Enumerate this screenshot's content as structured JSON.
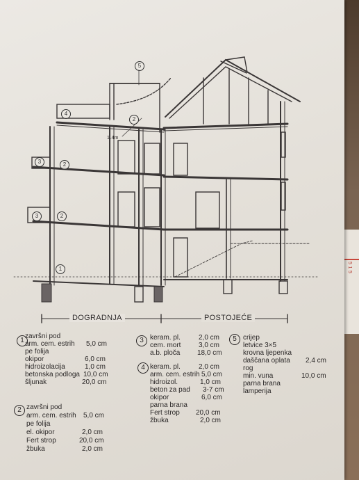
{
  "drawing": {
    "extension_label": "DOGRADNJA",
    "existing_label": "POSTOJEĆE",
    "height_note": "1.4m"
  },
  "callouts": [
    "1",
    "2",
    "3",
    "4",
    "5"
  ],
  "legend": {
    "item1": {
      "number": "1",
      "lines": [
        {
          "text": "završni pod",
          "value": ""
        },
        {
          "text": "arm. cem. estrih",
          "value": "5,0 cm"
        },
        {
          "text": "pe folija",
          "value": ""
        },
        {
          "text": "okipor",
          "value": "6,0 cm"
        },
        {
          "text": "hidroizolacija",
          "value": "1,0 cm"
        },
        {
          "text": "betonska podloga",
          "value": "10,0 cm"
        },
        {
          "text": "šljunak",
          "value": "20,0 cm"
        }
      ]
    },
    "item2": {
      "number": "2",
      "lines": [
        {
          "text": "završni pod",
          "value": ""
        },
        {
          "text": "arm. cem. estrih",
          "value": "5,0 cm"
        },
        {
          "text": "pe folija",
          "value": ""
        },
        {
          "text": "el. okipor",
          "value": "2,0 cm"
        },
        {
          "text": "Fert strop",
          "value": "20,0 cm"
        },
        {
          "text": "žbuka",
          "value": "2,0 cm"
        }
      ]
    },
    "item3": {
      "number": "3",
      "lines": [
        {
          "text": "keram. pl.",
          "value": "2,0 cm"
        },
        {
          "text": "cem. mort",
          "value": "3,0 cm"
        },
        {
          "text": "a.b. ploča",
          "value": "18,0 cm"
        }
      ]
    },
    "item4": {
      "number": "4",
      "lines": [
        {
          "text": "keram. pl.",
          "value": "2,0 cm"
        },
        {
          "text": "arm. cem. estrih",
          "value": "5,0 cm"
        },
        {
          "text": "hidroizol.",
          "value": "1,0 cm"
        },
        {
          "text": "beton za pad",
          "value": "3-7 cm"
        },
        {
          "text": "okipor",
          "value": "6,0 cm"
        },
        {
          "text": "parna brana",
          "value": ""
        },
        {
          "text": "Fert strop",
          "value": "20,0 cm"
        },
        {
          "text": "žbuka",
          "value": "2,0 cm"
        }
      ]
    },
    "item5": {
      "number": "5",
      "lines": [
        {
          "text": "crijep",
          "value": ""
        },
        {
          "text": "letvice  3×5",
          "value": ""
        },
        {
          "text": "krovna ljepenka",
          "value": ""
        },
        {
          "text": "daščana oplata",
          "value": "2,4 cm"
        },
        {
          "text": "rog",
          "value": ""
        },
        {
          "text": "min. vuna",
          "value": "10,0 cm"
        },
        {
          "text": "parna brana",
          "value": ""
        },
        {
          "text": "lamperija",
          "value": ""
        }
      ]
    }
  },
  "right_edge_text": "5 1 5"
}
